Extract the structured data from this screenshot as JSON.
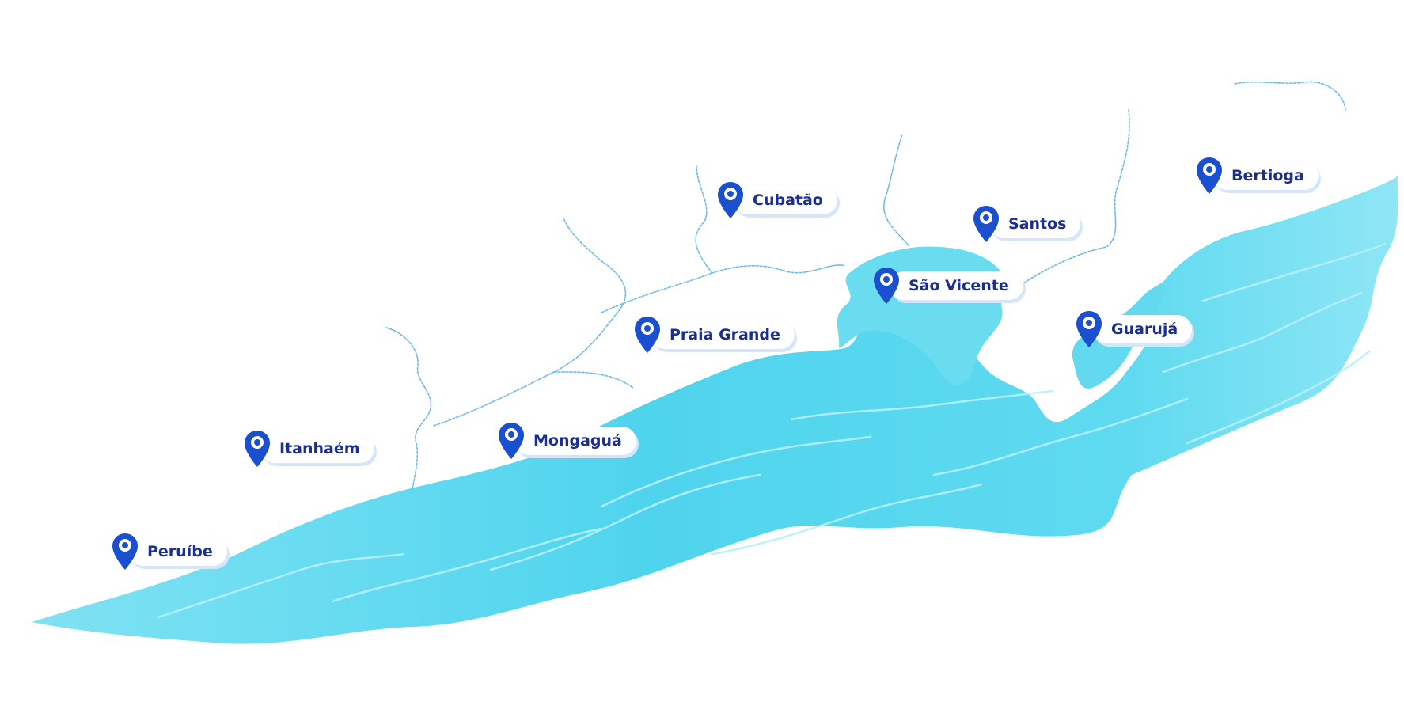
{
  "colors": {
    "ocean": "#5ad7ee",
    "ocean_light": "#8fe6f5",
    "wave": "#b7f0fa",
    "river": "#6fb8e8",
    "pin": "#1a4fd0",
    "label_text": "#1a2f8f"
  },
  "icon": "map-pin-icon",
  "cities": [
    {
      "id": "peruibe",
      "name": "Peruíbe"
    },
    {
      "id": "itanhaem",
      "name": "Itanhaém"
    },
    {
      "id": "mongagua",
      "name": "Mongaguá"
    },
    {
      "id": "praia-grande",
      "name": "Praia Grande"
    },
    {
      "id": "cubatao",
      "name": "Cubatão"
    },
    {
      "id": "sao-vicente",
      "name": "São Vicente"
    },
    {
      "id": "santos",
      "name": "Santos"
    },
    {
      "id": "guaruja",
      "name": "Guarujá"
    },
    {
      "id": "bertioga",
      "name": "Bertioga"
    }
  ]
}
